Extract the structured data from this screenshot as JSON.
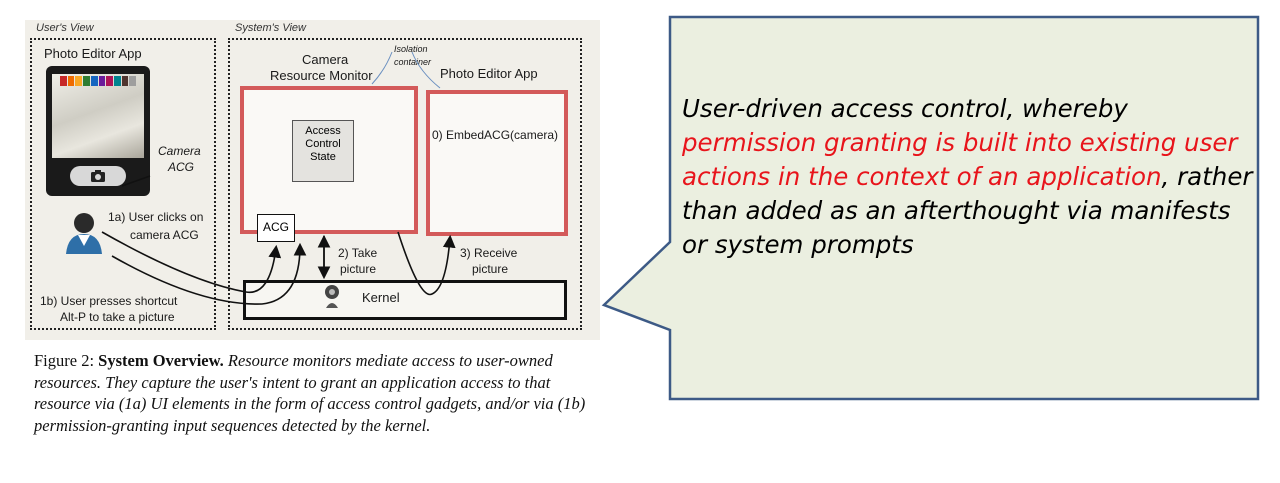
{
  "diagram": {
    "users_view_title": "User's View",
    "systems_view_title": "System's View",
    "phone_app_title": "Photo Editor App",
    "camera_acg_line1": "Camera",
    "camera_acg_line2": "ACG",
    "step_1a_line1": "1a) User clicks on",
    "step_1a_line2": "camera ACG",
    "step_1b_line1": "1b) User presses shortcut",
    "step_1b_line2": "Alt-P to take a picture",
    "monitor_line1": "Camera",
    "monitor_line2": "Resource Monitor",
    "isolation_line1": "Isolation",
    "isolation_line2": "container",
    "app_box_title": "Photo Editor App",
    "access_line1": "Access",
    "access_line2": "Control",
    "access_line3": "State",
    "embed_label": "0) EmbedACG(camera)",
    "acg_label": "ACG",
    "take_line1": "2) Take",
    "take_line2": "picture",
    "receive_line1": "3) Receive",
    "receive_line2": "picture",
    "kernel_label": "Kernel"
  },
  "caption": {
    "figure_label": "Figure 2:",
    "bold_title": "System Overview.",
    "body": "Resource monitors mediate access to user-owned resources. They capture the user's intent to grant an application access to that resource via (1a) UI elements in the form of access control gadgets, and/or via (1b) permission-granting input sequences detected by the kernel."
  },
  "callout": {
    "text_before": "User-driven access control, whereby ",
    "text_highlight": "permission granting is built into existing user actions in the context of an application",
    "text_after": ", rather than added as an afterthought via manifests or system prompts",
    "highlight_color": "#e8141b",
    "fill_color": "#ebefe0",
    "border_color": "#3d5a86"
  },
  "colors": {
    "red_box": "#d35a5a",
    "kernel_border": "#111111"
  }
}
